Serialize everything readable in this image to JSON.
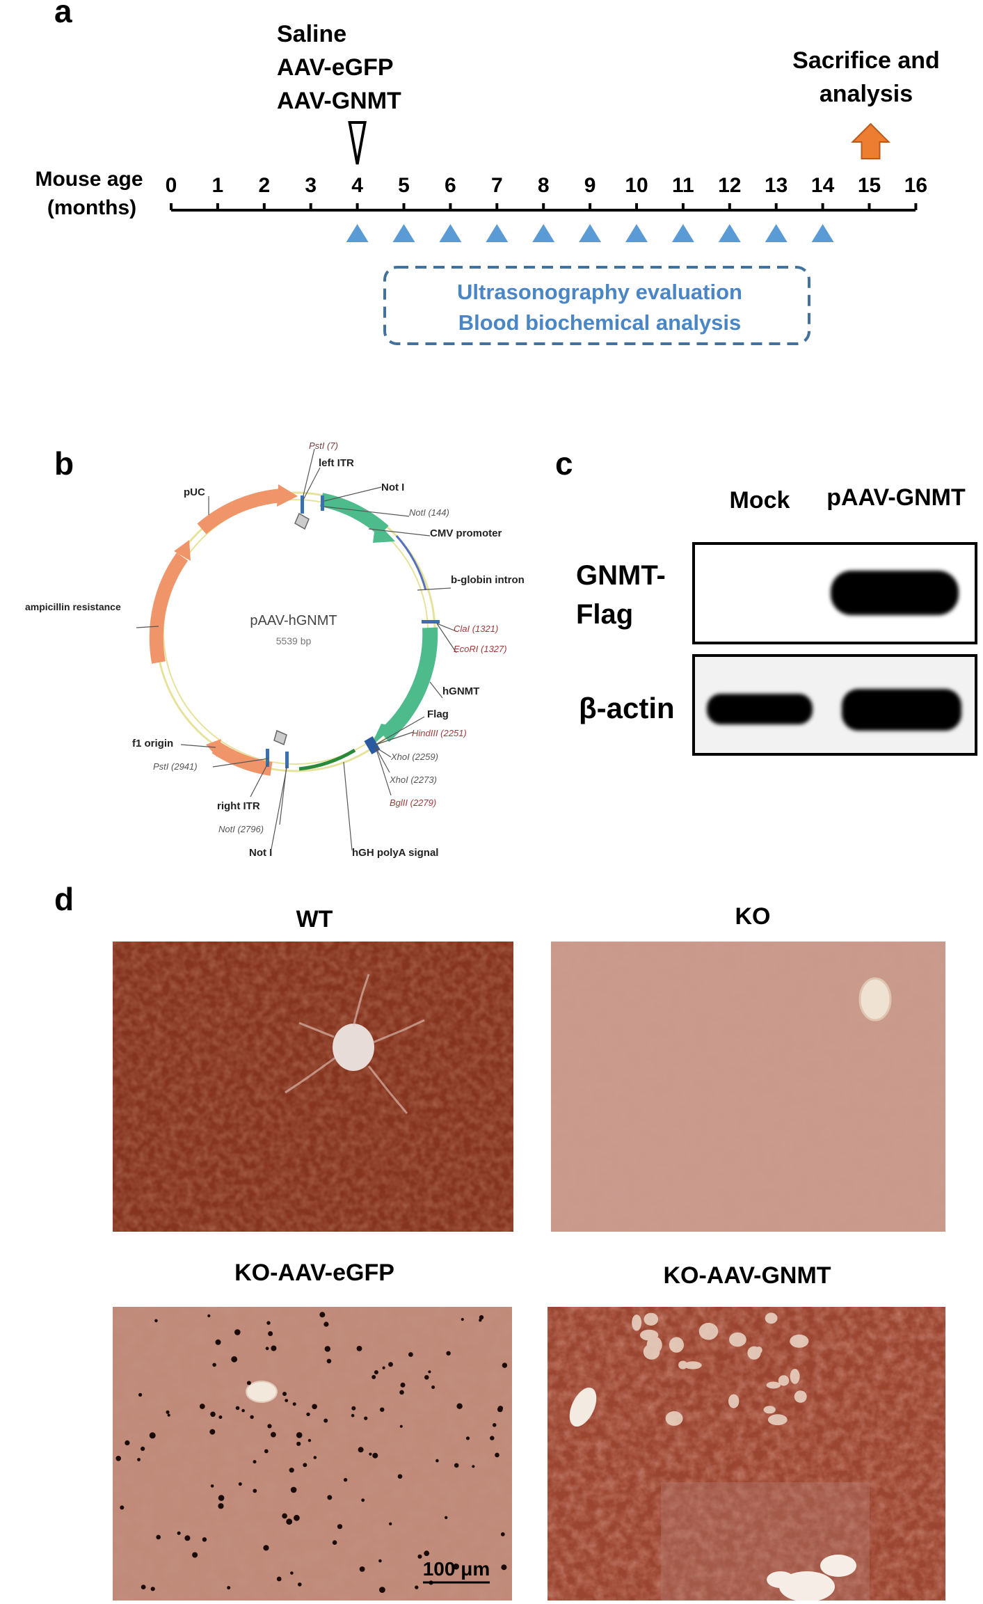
{
  "panel_a": {
    "label": "a",
    "treatments": [
      "Saline",
      "AAV-eGFP",
      "AAV-GNMT"
    ],
    "axis_label_line1": "Mouse age",
    "axis_label_line2": "(months)",
    "ticks": [
      "0",
      "1",
      "2",
      "3",
      "4",
      "5",
      "6",
      "7",
      "8",
      "9",
      "10",
      "11",
      "12",
      "13",
      "14",
      "15",
      "16"
    ],
    "injection_month": 4,
    "evaluation_months": [
      4,
      5,
      6,
      7,
      8,
      9,
      10,
      11,
      12,
      13,
      14
    ],
    "sacrifice_month": 15,
    "sacrifice_line1": "Sacrifice and",
    "sacrifice_line2": "analysis",
    "eval_box_line1": "Ultrasonography evaluation",
    "eval_box_line2": "Blood biochemical analysis",
    "colors": {
      "evaluation": "#5b9bd5",
      "sacrifice": "#ed7d31",
      "box_border": "#41719c"
    }
  },
  "panel_b": {
    "label": "b",
    "plasmid_name": "pAAV-hGNMT",
    "plasmid_size": "5539 bp",
    "features": {
      "pstI_7": "PstI (7)",
      "left_itr": "left ITR",
      "not_i_top": "Not I",
      "noti_144": "NotI (144)",
      "cmv": "CMV promoter",
      "bglobin": "b-globin intron",
      "clai": "ClaI (1321)",
      "ecori": "EcoRI (1327)",
      "hgnmt": "hGNMT",
      "flag": "Flag",
      "hindiii": "HindIII (2251)",
      "xhoi_2259": "XhoI (2259)",
      "xhoi_2273": "XhoI (2273)",
      "bglii": "BglII (2279)",
      "hgh": "hGH polyA signal",
      "not_i_bottom": "Not I",
      "noti_2796": "NotI (2796)",
      "right_itr": "right ITR",
      "psti_2941": "PstI (2941)",
      "f1": "f1 origin",
      "amp": "ampicillin resistance",
      "puc": "pUC"
    }
  },
  "panel_c": {
    "label": "c",
    "lanes": [
      "Mock",
      "pAAV-GNMT"
    ],
    "row1_line1": "GNMT-",
    "row1_line2": "Flag",
    "row2": "β-actin"
  },
  "panel_d": {
    "label": "d",
    "titles": [
      "WT",
      "KO",
      "KO-AAV-eGFP",
      "KO-AAV-GNMT"
    ],
    "scale_bar": "100 μm"
  }
}
